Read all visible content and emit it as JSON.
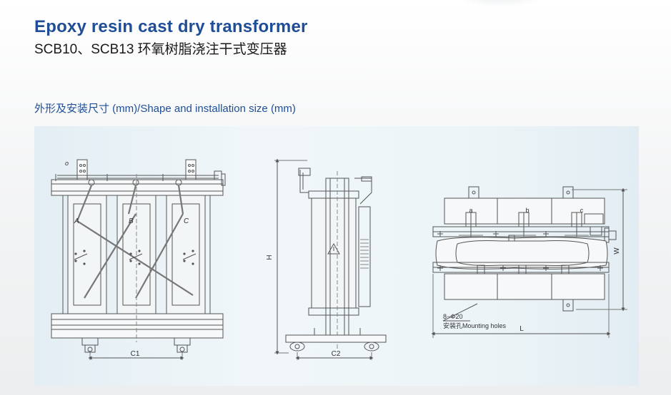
{
  "header": {
    "title_en": "Epoxy resin cast dry transformer",
    "title_cn": "SCB10、SCB13 环氧树脂浇注干式变压器"
  },
  "section": {
    "label": "外形及安装尺寸 (mm)/Shape and installation size (mm)"
  },
  "front_view": {
    "phase_labels": [
      "A",
      "B",
      "C"
    ],
    "dim_c1": "C1",
    "small_label": "o"
  },
  "side_view": {
    "dim_h": "H",
    "dim_c2": "C2"
  },
  "top_view": {
    "terminal_labels": [
      "a",
      "b",
      "c"
    ],
    "dim_w": "W",
    "dim_l": "L",
    "holes_spec": "8−Φ20",
    "holes_label": "安装孔Mounting holes"
  },
  "colors": {
    "title_blue": "#1f4e96",
    "line": "#555555",
    "panel": "#e8f1f6"
  }
}
